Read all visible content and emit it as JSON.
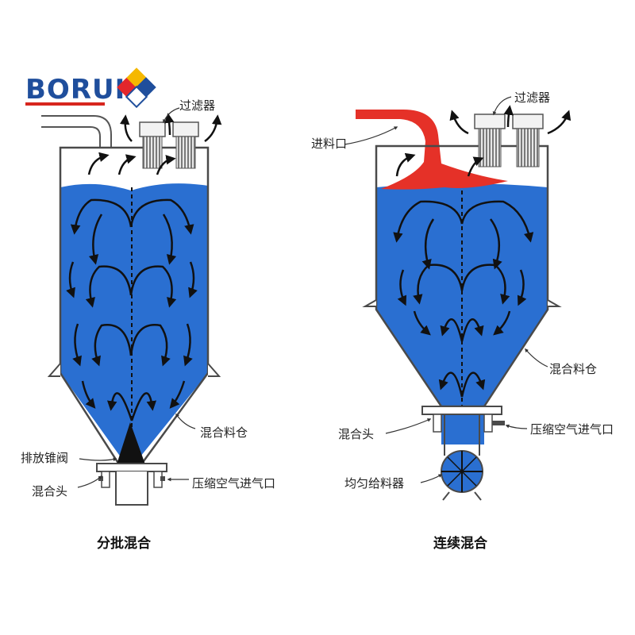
{
  "logo": {
    "text": "BORUI",
    "colors": {
      "text": "#1f4e9c",
      "underline": "#d7261e",
      "diamond_red": "#e3262b",
      "diamond_yellow": "#f5b800",
      "diamond_blue": "#1f4e9c"
    }
  },
  "colors": {
    "material": "#2a6fd1",
    "inflow": "#e53128",
    "outline": "#4a4a4a",
    "arrow": "#111111"
  },
  "left_diagram": {
    "caption": "分批混合",
    "labels": {
      "filter": "过滤器",
      "hopper": "混合料仓",
      "cone_valve": "排放锥阀",
      "mixing_head": "混合头",
      "air_inlet": "压缩空气进气口"
    }
  },
  "right_diagram": {
    "caption": "连续混合",
    "labels": {
      "filter": "过滤器",
      "inlet": "进料口",
      "hopper": "混合料仓",
      "mixing_head": "混合头",
      "air_inlet": "压缩空气进气口",
      "feeder": "均匀给料器"
    }
  }
}
